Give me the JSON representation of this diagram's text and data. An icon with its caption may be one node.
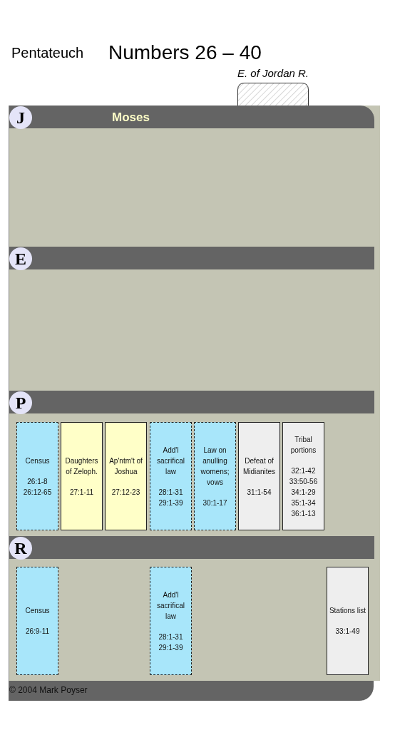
{
  "diagram": {
    "title": "Numbers 26 – 40",
    "nodes": [
      {
        "text": [
          "E. of Jordan R."
        ]
      },
      {
        "text": [
          "J",
          "Moses"
        ]
      },
      {
        "text": [
          "E"
        ]
      },
      {
        "text": [
          "P"
        ]
      },
      {
        "text": [
          "Census",
          "26:1-8 26:12-65"
        ],
        "in": 3
      },
      {
        "text": [
          "Daughters of Zeloph.",
          "27:1-11"
        ],
        "in": 3
      },
      {
        "text": [
          "Ap'ntm't of Joshua",
          "27:12-23"
        ],
        "in": 3
      },
      {
        "text": [
          "Add'l sacrifical law",
          "28:1-31 29:1-39"
        ],
        "in": 3
      },
      {
        "text": [
          "Law on anulling womens; vows",
          "30:1-17"
        ],
        "in": 3
      },
      {
        "text": [
          "Defeat of Midianites",
          "31:1-54"
        ],
        "in": 3
      },
      {
        "text": [
          "Tribal portions",
          "32:1-42 33:50-56 34:1-29 35:1-34 36:1-13"
        ],
        "in": 3
      },
      {
        "text": [
          "R"
        ]
      },
      {
        "text": [
          "Census",
          "26:9-11"
        ],
        "in": 11
      },
      {
        "text": [
          "Add'l sacrifical law",
          "28:1-31 29:1-39"
        ],
        "in": 11
      },
      {
        "text": [
          "Stations list",
          "33:1-49"
        ],
        "in": 11
      }
    ],
    "labels": [
      "Pentateuch",
      "© 2004 Mark Poyser"
    ]
  }
}
